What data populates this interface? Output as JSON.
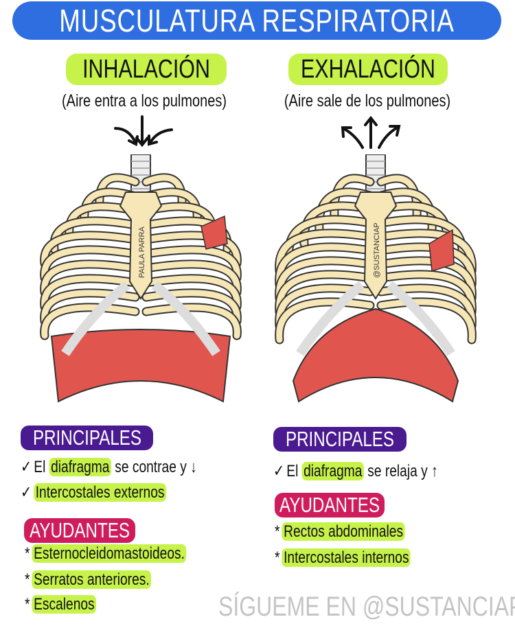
{
  "title": "MUSCULATURA RESPIRATORIA",
  "inhalation": {
    "heading": "INHALACIÓN",
    "subtitle": "(Aire entra a los pulmones)",
    "watermark": "PAULA PARRA",
    "arrows": "arrows-down-inward",
    "principales_label": "PRINCIPALES",
    "principales": [
      {
        "mark": "✓",
        "pre": "El",
        "highlight": "diafragma",
        "post": "se contrae y ↓"
      },
      {
        "mark": "✓",
        "pre": "",
        "highlight": "Intercostales externos",
        "post": ""
      }
    ],
    "ayudantes_label": "AYUDANTES",
    "ayudantes": [
      {
        "mark": "*",
        "highlight": "Esternocleidomastoideos."
      },
      {
        "mark": "*",
        "highlight": "Serratos anteriores."
      },
      {
        "mark": "*",
        "highlight": "Escalenos"
      }
    ]
  },
  "exhalation": {
    "heading": "EXHALACIÓN",
    "subtitle": "(Aire sale de los pulmones)",
    "watermark": "@SUSTANCIAP",
    "arrows": "arrows-up-outward",
    "principales_label": "PRINCIPALES",
    "principales": [
      {
        "mark": "✓",
        "pre": "El",
        "highlight": "diafragma",
        "post": "se relaja y ↑"
      }
    ],
    "ayudantes_label": "AYUDANTES",
    "ayudantes": [
      {
        "mark": "*",
        "highlight": "Rectos abdominales"
      },
      {
        "mark": "*",
        "highlight": "Intercostales internos"
      }
    ]
  },
  "footer": "SÍGUEME EN @SUSTANCIAP",
  "colors": {
    "title": "#2f6ee0",
    "highlight": "#c6f24a",
    "principales": "#4a1a90",
    "ayudantes": "#cf1c5c",
    "muscle": "#e0564e",
    "bone": "#f7e7b6"
  }
}
